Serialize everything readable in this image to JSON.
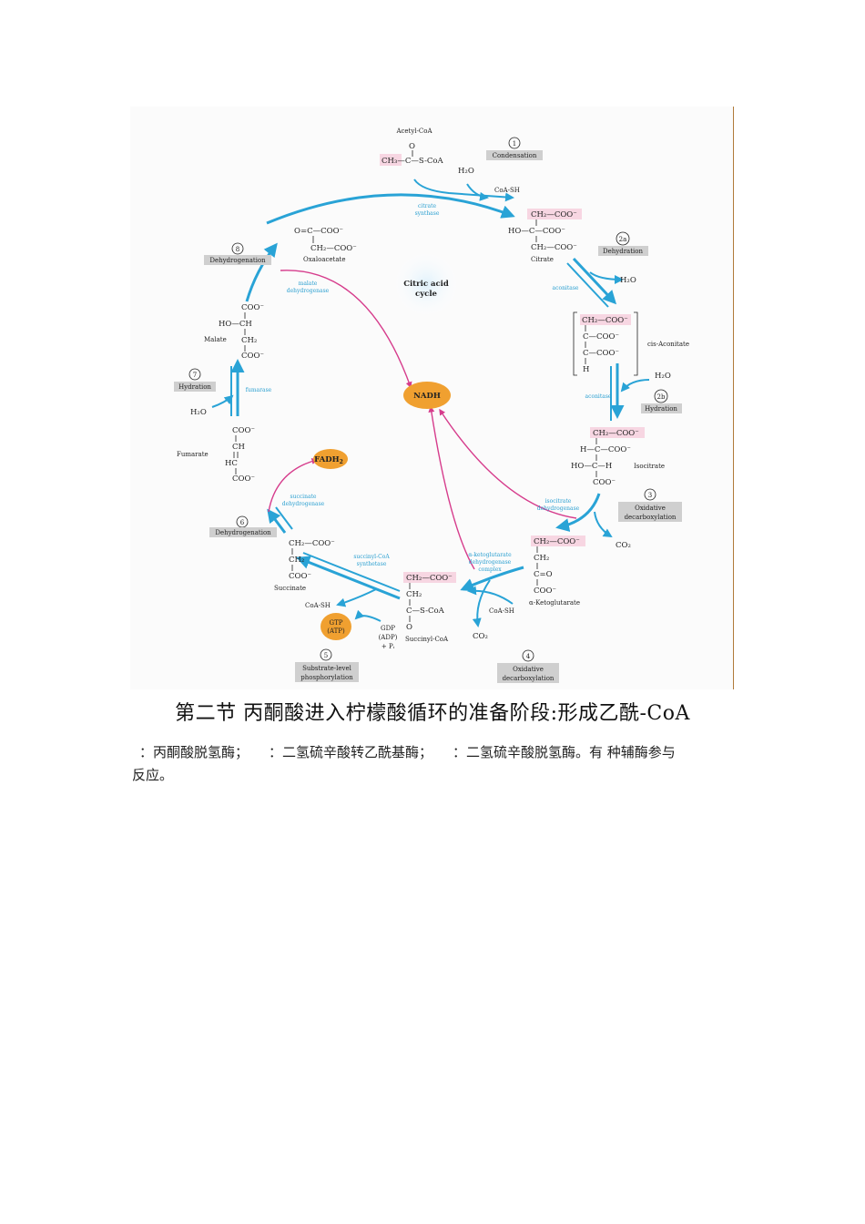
{
  "diagram": {
    "center_label": "Citric acid cycle",
    "center_label_lines": [
      "Citric acid",
      "cycle"
    ],
    "cofactors": {
      "nadh": "NADH",
      "fadh2": "FADH",
      "fadh2_sub": "2",
      "gtp": "GTP",
      "atp": "(ATP)"
    },
    "molecules": {
      "acetyl_coa": "Acetyl-CoA",
      "oxaloacetate": "Oxaloacetate",
      "citrate": "Citrate",
      "cis_aconitate": "cis-Aconitate",
      "isocitrate": "Isocitrate",
      "alpha_ketoglutarate": "α-Ketoglutarate",
      "succinyl_coa": "Succinyl-CoA",
      "succinate": "Succinate",
      "fumarate": "Fumarate",
      "malate": "Malate"
    },
    "steps": [
      {
        "num": "1",
        "label": "Condensation"
      },
      {
        "num": "2a",
        "label": "Dehydration"
      },
      {
        "num": "2b",
        "label": "Hydration"
      },
      {
        "num": "3",
        "label": "Oxidative decarboxylation"
      },
      {
        "num": "4",
        "label": "Oxidative decarboxylation"
      },
      {
        "num": "5",
        "label": "Substrate-level phosphorylation"
      },
      {
        "num": "6",
        "label": "Dehydrogenation"
      },
      {
        "num": "7",
        "label": "Hydration"
      },
      {
        "num": "8",
        "label": "Dehydrogenation"
      }
    ],
    "enzymes": {
      "citrate_synthase": [
        "citrate",
        "synthase"
      ],
      "aconitase1": "aconitase",
      "aconitase2": "aconitase",
      "isocitrate_dh": [
        "isocitrate",
        "dehydrogenase"
      ],
      "akg_dh": [
        "α-ketoglutarate",
        "dehydrogenase",
        "complex"
      ],
      "succinyl_coa_synthetase": [
        "succinyl-CoA",
        "synthetase"
      ],
      "succinate_dh": [
        "succinate",
        "dehydrogenase"
      ],
      "fumarase": "fumarase",
      "malate_dh": [
        "malate",
        "dehydrogenase"
      ]
    },
    "small_molecules": {
      "h2o_1": "H₂O",
      "coa_sh_1": "CoA-SH",
      "h2o_2a": "H₂O",
      "h2o_2b": "H₂O",
      "co2_3": "CO₂",
      "coa_sh_4": "CoA-SH",
      "co2_4": "CO₂",
      "coa_sh_5": "CoA-SH",
      "gdp": "GDP",
      "adp": "(ADP)",
      "pi": "+ Pᵢ",
      "h2o_7": "H₂O"
    },
    "colors": {
      "arrow": "#29a3d6",
      "nadh_arrow": "#d63c8c",
      "cofactor": "#f0a030",
      "highlight": "#f7d6e2",
      "step_box": "#cfcfcf"
    }
  },
  "heading": "第二节  丙酮酸进入柠檬酸循环的准备阶段:形成乙酰-CoA",
  "paragraph": {
    "part1": "：丙酮酸脱氢酶；",
    "part2": "：二氢硫辛酸转乙酰基酶；",
    "part3": "：二氢硫辛酸脱氢酶。有  种辅酶参与",
    "part4": "反应。"
  }
}
